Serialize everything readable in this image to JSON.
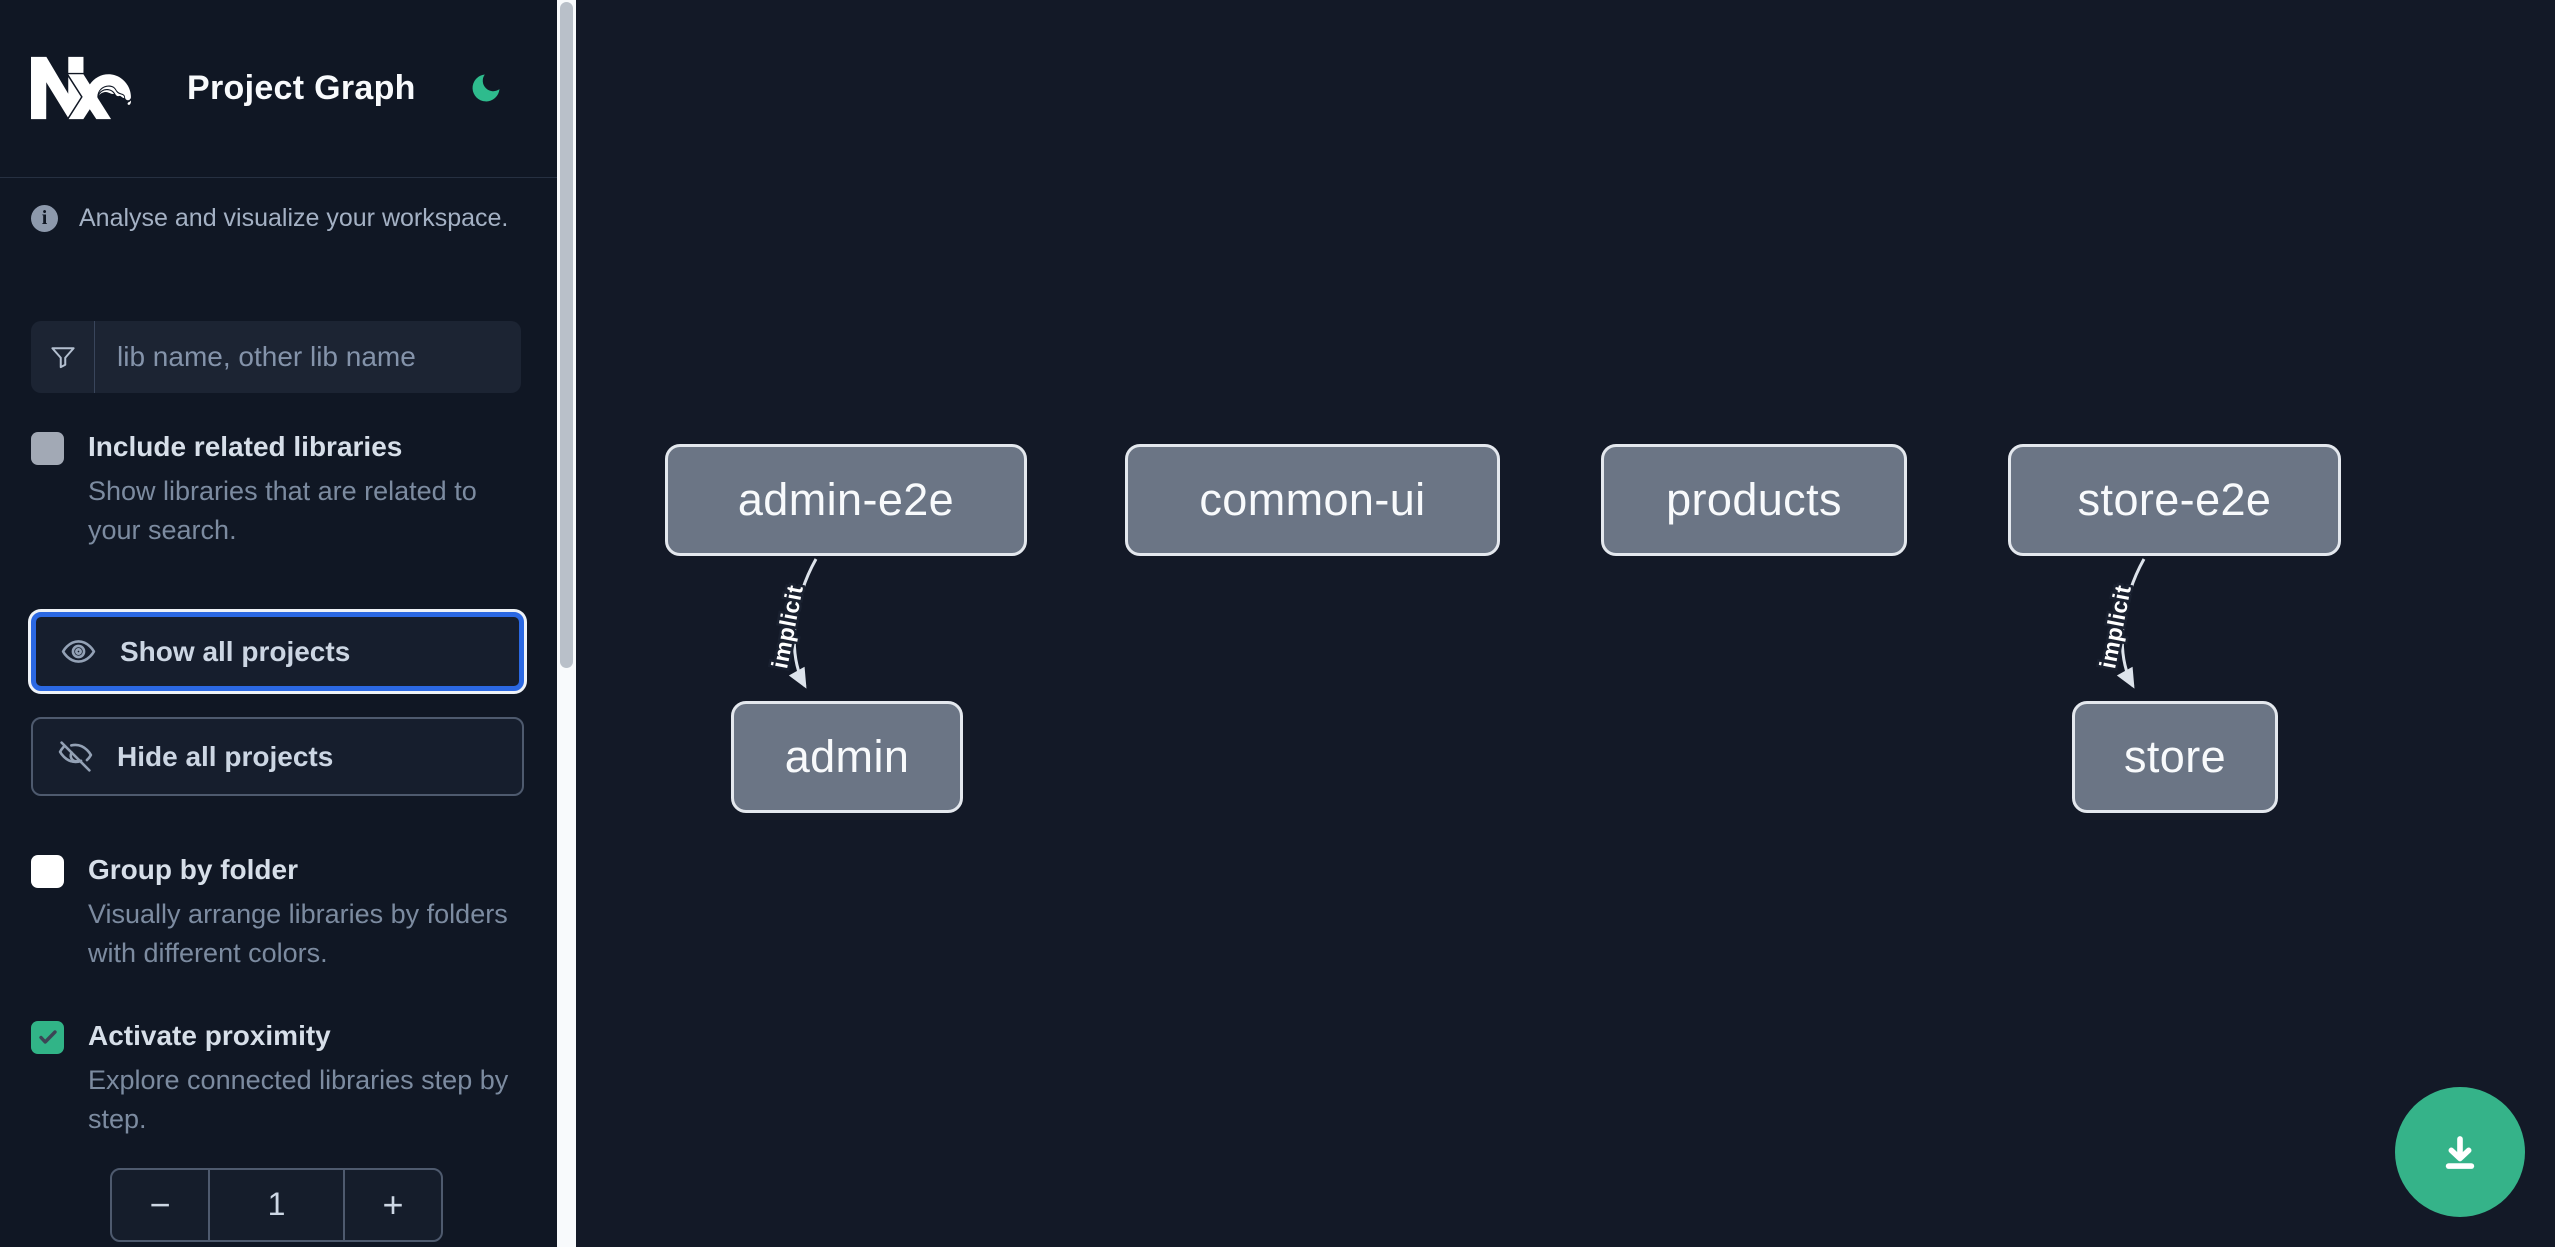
{
  "header": {
    "title": "Project Graph"
  },
  "sidebar": {
    "subtitle": "Analyse and visualize your workspace.",
    "search": {
      "placeholder": "lib name, other lib name",
      "value": ""
    },
    "options": [
      {
        "id": "include-related",
        "label": "Include related libraries",
        "description": "Show libraries that are related to your search.",
        "checked": false
      },
      {
        "id": "group-by-folder",
        "label": "Group by folder",
        "description": "Visually arrange libraries by folders with different colors.",
        "checked": false
      },
      {
        "id": "activate-proximity",
        "label": "Activate proximity",
        "description": "Explore connected libraries step by step.",
        "checked": true
      }
    ],
    "buttons": {
      "show_all": "Show all projects",
      "hide_all": "Hide all projects"
    },
    "proximity_stepper": {
      "decrement_label": "−",
      "value": "1",
      "increment_label": "+"
    }
  },
  "graph": {
    "nodes": [
      {
        "id": "admin-e2e",
        "label": "admin-e2e"
      },
      {
        "id": "common-ui",
        "label": "common-ui"
      },
      {
        "id": "products",
        "label": "products"
      },
      {
        "id": "store-e2e",
        "label": "store-e2e"
      },
      {
        "id": "admin",
        "label": "admin"
      },
      {
        "id": "store",
        "label": "store"
      }
    ],
    "edges": [
      {
        "source": "admin-e2e",
        "target": "admin",
        "label": "implicit"
      },
      {
        "source": "store-e2e",
        "target": "store",
        "label": "implicit"
      }
    ]
  },
  "icons": {
    "logo": "nx-logo",
    "theme_toggle": "moon-icon",
    "info": "info-circle-icon",
    "search": "funnel-icon",
    "show_all": "eye-icon",
    "hide_all": "eye-off-icon",
    "fab": "download-icon"
  },
  "colors": {
    "sidebar_bg": "#101724",
    "canvas_bg": "#131927",
    "accent_blue": "#2b68e2",
    "accent_green": "#35b389",
    "moon_green": "#2ebb8d",
    "node_fill": "#6b7585",
    "node_border": "#e4e8ee",
    "node_text": "#f8fafc",
    "edge_color": "#dde3eb"
  }
}
